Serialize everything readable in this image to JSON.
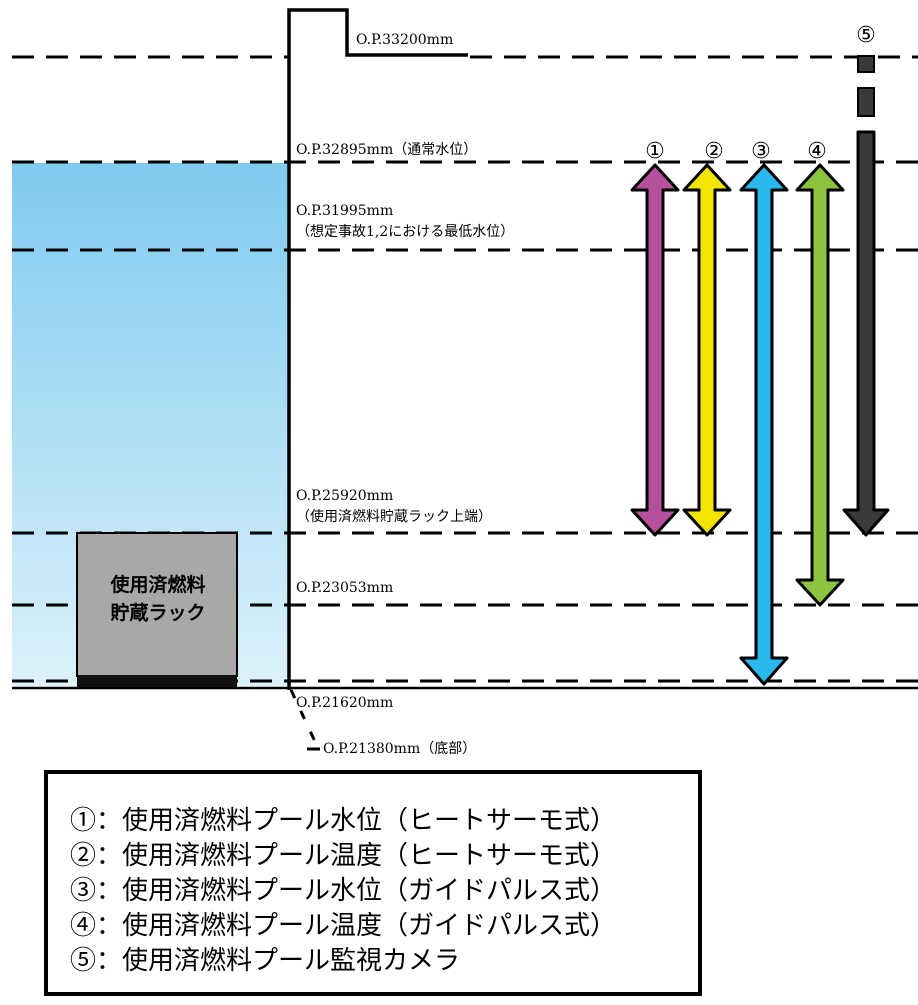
{
  "levels": {
    "op_33200": "O.P.33200mm",
    "op_32895": "O.P.32895mm（通常水位）",
    "op_31995": "O.P.31995mm",
    "op_31995_note": "（想定事故1,2における最低水位）",
    "op_25920": "O.P.25920mm",
    "op_25920_note": "（使用済燃料貯蔵ラック上端）",
    "op_23053": "O.P.23053mm",
    "op_21620": "O.P.21620mm",
    "op_21380": "O.P.21380mm（底部）"
  },
  "rack": {
    "line1": "使用済燃料",
    "line2": "貯蔵ラック"
  },
  "instruments": [
    {
      "marker": "①",
      "color": "#b5509c"
    },
    {
      "marker": "②",
      "color": "#f2e600"
    },
    {
      "marker": "③",
      "color": "#29b9ee"
    },
    {
      "marker": "④",
      "color": "#8cc43f"
    },
    {
      "marker": "⑤",
      "color": "#3a3a3a"
    }
  ],
  "colors": {
    "water_top": "#7fcbef",
    "water_bottom": "#ddf1fb",
    "rack_fill": "#a8a8a8",
    "rack_base": "#111111"
  },
  "legend": {
    "items": [
      "①：使用済燃料プール水位（ヒートサーモ式）",
      "②：使用済燃料プール温度（ヒートサーモ式）",
      "③：使用済燃料プール水位（ガイドパルス式）",
      "④：使用済燃料プール温度（ガイドパルス式）",
      "⑤：使用済燃料プール監視カメラ"
    ]
  }
}
